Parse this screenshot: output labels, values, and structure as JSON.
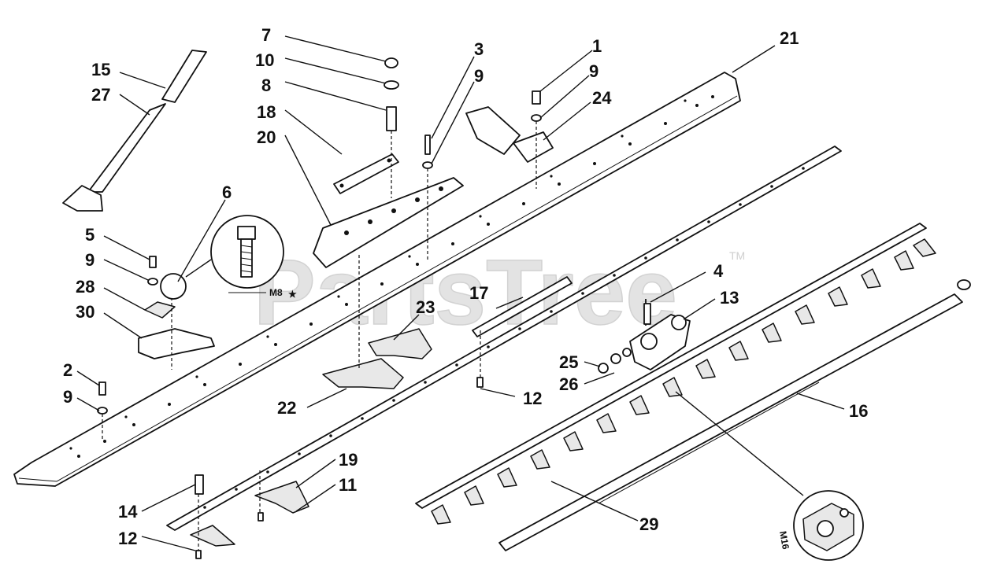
{
  "watermark": {
    "text": "PartsTree",
    "trademark": "TM"
  },
  "callouts": [
    {
      "id": "c7",
      "label": "7"
    },
    {
      "id": "c10",
      "label": "10"
    },
    {
      "id": "c8",
      "label": "8"
    },
    {
      "id": "c18",
      "label": "18"
    },
    {
      "id": "c20",
      "label": "20"
    },
    {
      "id": "c15",
      "label": "15"
    },
    {
      "id": "c27",
      "label": "27"
    },
    {
      "id": "c3",
      "label": "3"
    },
    {
      "id": "c9a",
      "label": "9"
    },
    {
      "id": "c1",
      "label": "1"
    },
    {
      "id": "c9b",
      "label": "9"
    },
    {
      "id": "c24",
      "label": "24"
    },
    {
      "id": "c21",
      "label": "21"
    },
    {
      "id": "c6",
      "label": "6"
    },
    {
      "id": "c5",
      "label": "5"
    },
    {
      "id": "c9c",
      "label": "9"
    },
    {
      "id": "c28",
      "label": "28"
    },
    {
      "id": "c30",
      "label": "30"
    },
    {
      "id": "c2",
      "label": "2"
    },
    {
      "id": "c9d",
      "label": "9"
    },
    {
      "id": "c17",
      "label": "17"
    },
    {
      "id": "c23",
      "label": "23"
    },
    {
      "id": "c4",
      "label": "4"
    },
    {
      "id": "c13",
      "label": "13"
    },
    {
      "id": "c25",
      "label": "25"
    },
    {
      "id": "c26",
      "label": "26"
    },
    {
      "id": "c12a",
      "label": "12"
    },
    {
      "id": "c22",
      "label": "22"
    },
    {
      "id": "c16",
      "label": "16"
    },
    {
      "id": "c19",
      "label": "19"
    },
    {
      "id": "c11",
      "label": "11"
    },
    {
      "id": "c14",
      "label": "14"
    },
    {
      "id": "c12b",
      "label": "12"
    },
    {
      "id": "c29",
      "label": "29"
    }
  ],
  "detail_labels": {
    "bolt_size": "M8",
    "nut_size": "M16",
    "star": "★"
  }
}
